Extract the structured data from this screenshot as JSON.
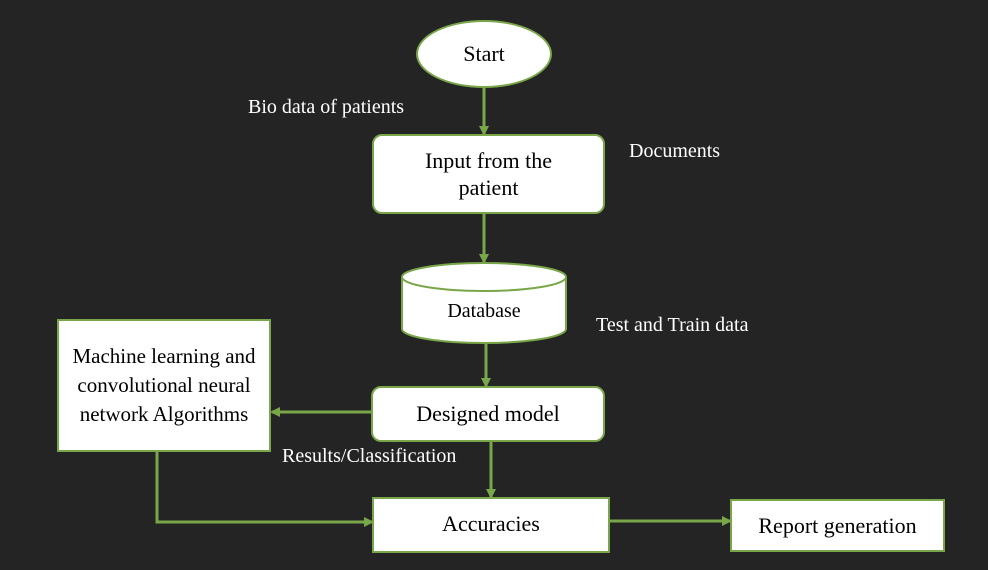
{
  "nodes": {
    "start": "Start",
    "input": "Input from the patient",
    "database": "Database",
    "model": "Designed model",
    "ml": "Machine learning and convolutional neural network Algorithms",
    "accuracies": "Accuracies",
    "report": "Report generation"
  },
  "labels": {
    "bio": "Bio data of patients",
    "documents": "Documents",
    "test_train": "Test and Train data",
    "results": "Results/Classification"
  },
  "colors": {
    "background": "#242424",
    "stroke": "#7aa64a",
    "node_fill": "#ffffff"
  }
}
